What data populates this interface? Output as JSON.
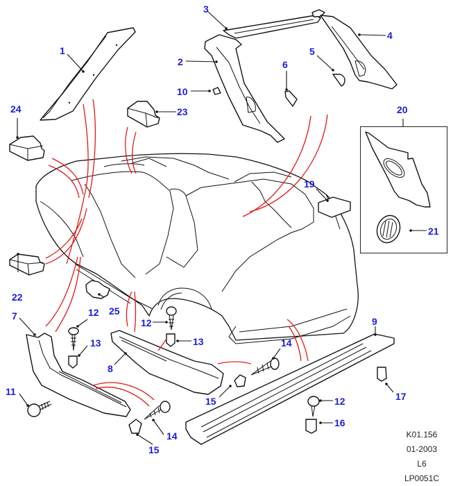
{
  "diagram": {
    "title": "Body interior trim - sill and pillar trims exploded view",
    "callouts": [
      {
        "id": "1",
        "label": "1",
        "part": "A-pillar trim"
      },
      {
        "id": "2",
        "label": "2",
        "part": "B/C-pillar trim"
      },
      {
        "id": "3",
        "label": "3",
        "part": "Header trim"
      },
      {
        "id": "4",
        "label": "4",
        "part": "Rear pillar trim"
      },
      {
        "id": "5",
        "label": "5",
        "part": "Cover"
      },
      {
        "id": "6",
        "label": "6",
        "part": "Cover"
      },
      {
        "id": "7",
        "label": "7",
        "part": "Front sill trim"
      },
      {
        "id": "8",
        "label": "8",
        "part": "Rear sill trim"
      },
      {
        "id": "9",
        "label": "9",
        "part": "Tailgate sill plate"
      },
      {
        "id": "10",
        "label": "10",
        "part": "Clip"
      },
      {
        "id": "11",
        "label": "11",
        "part": "Screw with cap"
      },
      {
        "id": "12a",
        "label": "12",
        "part": "Screw"
      },
      {
        "id": "12b",
        "label": "12",
        "part": "Screw"
      },
      {
        "id": "12c",
        "label": "12",
        "part": "Screw"
      },
      {
        "id": "13a",
        "label": "13",
        "part": "Clip nut"
      },
      {
        "id": "13b",
        "label": "13",
        "part": "Clip nut"
      },
      {
        "id": "14a",
        "label": "14",
        "part": "Screw"
      },
      {
        "id": "14b",
        "label": "14",
        "part": "Screw"
      },
      {
        "id": "15a",
        "label": "15",
        "part": "Clip"
      },
      {
        "id": "15b",
        "label": "15",
        "part": "Clip"
      },
      {
        "id": "16",
        "label": "16",
        "part": "Clip nut"
      },
      {
        "id": "17",
        "label": "17",
        "part": "Clip"
      },
      {
        "id": "19",
        "label": "19",
        "part": "Pad"
      },
      {
        "id": "20",
        "label": "20",
        "part": "Quarter trim panel"
      },
      {
        "id": "21",
        "label": "21",
        "part": "Speaker grille"
      },
      {
        "id": "22",
        "label": "22",
        "part": "Block"
      },
      {
        "id": "23",
        "label": "23",
        "part": "Block"
      },
      {
        "id": "24",
        "label": "24",
        "part": "Block"
      },
      {
        "id": "25",
        "label": "25",
        "part": "Bracket"
      }
    ],
    "reference": {
      "code": "K01.156",
      "date": "01-2003",
      "variant": "L6",
      "drawing": "LP0051C"
    },
    "colors": {
      "callout": "#1c1cd6",
      "leader_red": "#e01818",
      "outline": "#111111"
    }
  }
}
